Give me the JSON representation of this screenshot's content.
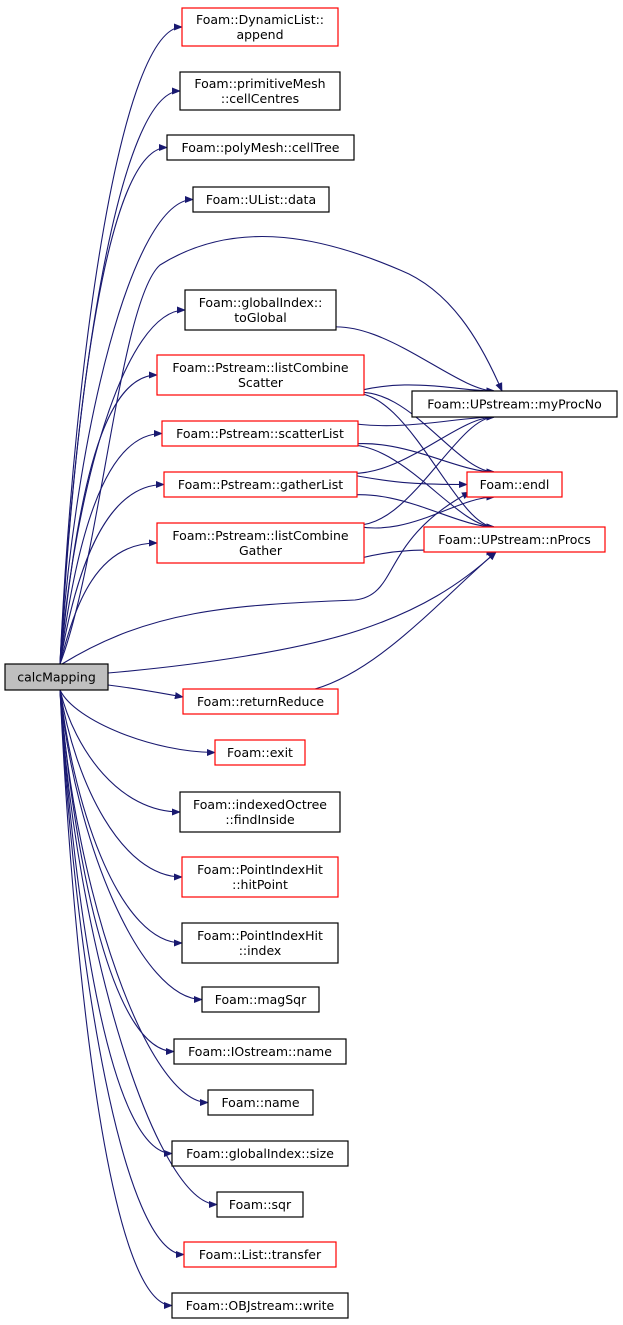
{
  "root": {
    "id": "calcMapping",
    "label": [
      "calcMapping"
    ],
    "fill": "#bfbfbf",
    "border": "#000000"
  },
  "colors": {
    "red": "#ff0000",
    "black": "#000000",
    "edge": "#191970"
  },
  "nodes": [
    {
      "id": "append",
      "label": [
        "Foam::DynamicList::",
        "append"
      ],
      "border": "red"
    },
    {
      "id": "cellCentres",
      "label": [
        "Foam::primitiveMesh",
        "::cellCentres"
      ],
      "border": "black"
    },
    {
      "id": "cellTree",
      "label": [
        "Foam::polyMesh::cellTree"
      ],
      "border": "black"
    },
    {
      "id": "data",
      "label": [
        "Foam::UList::data"
      ],
      "border": "black"
    },
    {
      "id": "toGlobal",
      "label": [
        "Foam::globalIndex::",
        "toGlobal"
      ],
      "border": "black"
    },
    {
      "id": "lcScatter",
      "label": [
        "Foam::Pstream::listCombine",
        "Scatter"
      ],
      "border": "red"
    },
    {
      "id": "scatterList",
      "label": [
        "Foam::Pstream::scatterList"
      ],
      "border": "red"
    },
    {
      "id": "gatherList",
      "label": [
        "Foam::Pstream::gatherList"
      ],
      "border": "red"
    },
    {
      "id": "lcGather",
      "label": [
        "Foam::Pstream::listCombine",
        "Gather"
      ],
      "border": "red"
    },
    {
      "id": "myProcNo",
      "label": [
        "Foam::UPstream::myProcNo"
      ],
      "border": "black"
    },
    {
      "id": "endl",
      "label": [
        "Foam::endl"
      ],
      "border": "red"
    },
    {
      "id": "nProcs",
      "label": [
        "Foam::UPstream::nProcs"
      ],
      "border": "red"
    },
    {
      "id": "returnReduce",
      "label": [
        "Foam::returnReduce"
      ],
      "border": "red"
    },
    {
      "id": "exit",
      "label": [
        "Foam::exit"
      ],
      "border": "red"
    },
    {
      "id": "findInside",
      "label": [
        "Foam::indexedOctree",
        "::findInside"
      ],
      "border": "black"
    },
    {
      "id": "hitPoint",
      "label": [
        "Foam::PointIndexHit",
        "::hitPoint"
      ],
      "border": "red"
    },
    {
      "id": "index",
      "label": [
        "Foam::PointIndexHit",
        "::index"
      ],
      "border": "black"
    },
    {
      "id": "magSqr",
      "label": [
        "Foam::magSqr"
      ],
      "border": "black"
    },
    {
      "id": "ioName",
      "label": [
        "Foam::IOstream::name"
      ],
      "border": "black"
    },
    {
      "id": "name",
      "label": [
        "Foam::name"
      ],
      "border": "black"
    },
    {
      "id": "size",
      "label": [
        "Foam::globalIndex::size"
      ],
      "border": "black"
    },
    {
      "id": "sqr",
      "label": [
        "Foam::sqr"
      ],
      "border": "black"
    },
    {
      "id": "transfer",
      "label": [
        "Foam::List::transfer"
      ],
      "border": "red"
    },
    {
      "id": "write",
      "label": [
        "Foam::OBJstream::write"
      ],
      "border": "black"
    }
  ],
  "edges": [
    [
      "calcMapping",
      "append"
    ],
    [
      "calcMapping",
      "cellCentres"
    ],
    [
      "calcMapping",
      "cellTree"
    ],
    [
      "calcMapping",
      "data"
    ],
    [
      "calcMapping",
      "myProcNo"
    ],
    [
      "calcMapping",
      "toGlobal"
    ],
    [
      "calcMapping",
      "lcScatter"
    ],
    [
      "calcMapping",
      "scatterList"
    ],
    [
      "calcMapping",
      "gatherList"
    ],
    [
      "calcMapping",
      "lcGather"
    ],
    [
      "calcMapping",
      "endl"
    ],
    [
      "calcMapping",
      "nProcs"
    ],
    [
      "calcMapping",
      "returnReduce"
    ],
    [
      "calcMapping",
      "exit"
    ],
    [
      "calcMapping",
      "findInside"
    ],
    [
      "calcMapping",
      "hitPoint"
    ],
    [
      "calcMapping",
      "index"
    ],
    [
      "calcMapping",
      "magSqr"
    ],
    [
      "calcMapping",
      "ioName"
    ],
    [
      "calcMapping",
      "name"
    ],
    [
      "calcMapping",
      "size"
    ],
    [
      "calcMapping",
      "sqr"
    ],
    [
      "calcMapping",
      "transfer"
    ],
    [
      "calcMapping",
      "write"
    ],
    [
      "toGlobal",
      "myProcNo"
    ],
    [
      "lcScatter",
      "myProcNo"
    ],
    [
      "lcScatter",
      "endl"
    ],
    [
      "lcScatter",
      "nProcs"
    ],
    [
      "scatterList",
      "myProcNo"
    ],
    [
      "scatterList",
      "endl"
    ],
    [
      "scatterList",
      "nProcs"
    ],
    [
      "gatherList",
      "myProcNo"
    ],
    [
      "gatherList",
      "endl"
    ],
    [
      "gatherList",
      "nProcs"
    ],
    [
      "lcGather",
      "myProcNo"
    ],
    [
      "lcGather",
      "endl"
    ],
    [
      "lcGather",
      "nProcs"
    ],
    [
      "returnReduce",
      "nProcs"
    ]
  ]
}
